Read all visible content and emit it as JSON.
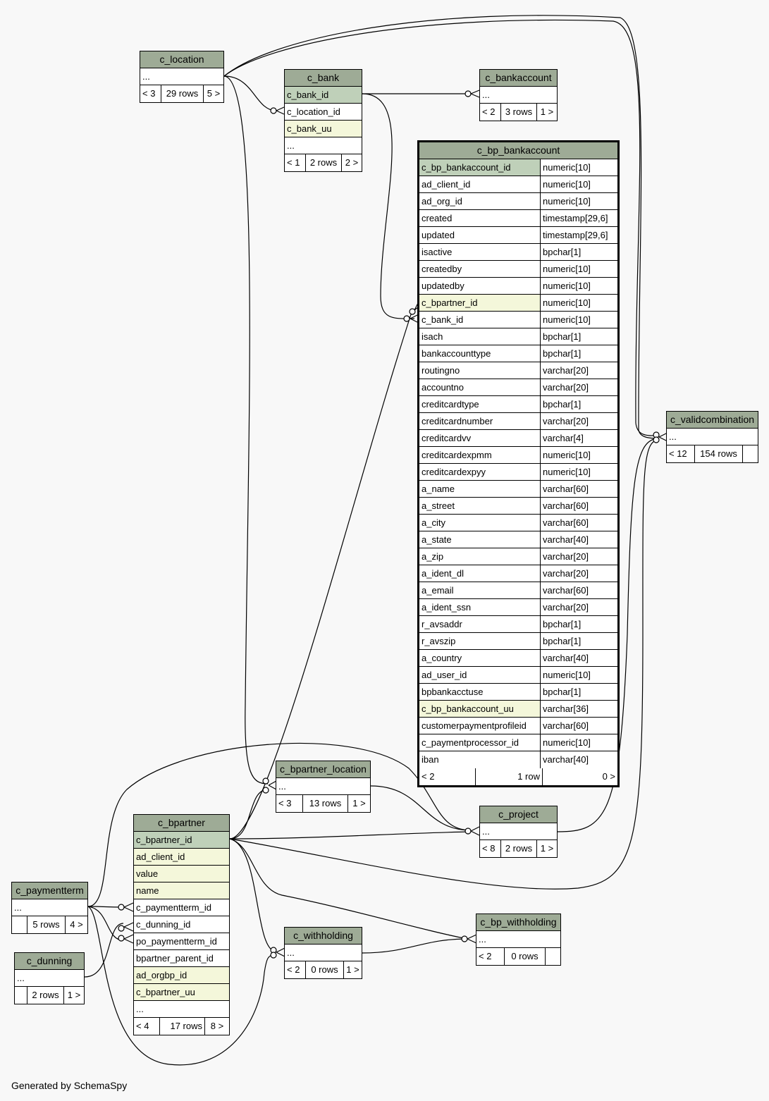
{
  "footer": "Generated by SchemaSpy",
  "tables": {
    "c_location": {
      "name": "c_location",
      "columns": [
        "..."
      ],
      "footer": [
        "< 3",
        "29 rows",
        "5 >"
      ]
    },
    "c_bank": {
      "name": "c_bank",
      "columns": [
        "c_bank_id",
        "c_location_id",
        "c_bank_uu",
        "..."
      ],
      "footer": [
        "< 1",
        "2 rows",
        "2 >"
      ]
    },
    "c_bankaccount": {
      "name": "c_bankaccount",
      "columns": [
        "..."
      ],
      "footer": [
        "< 2",
        "3 rows",
        "1 >"
      ]
    },
    "c_validcombination": {
      "name": "c_validcombination",
      "columns": [
        "..."
      ],
      "footer": [
        "< 12",
        "154 rows",
        ""
      ]
    },
    "c_bpartner_location": {
      "name": "c_bpartner_location",
      "columns": [
        "..."
      ],
      "footer": [
        "< 3",
        "13 rows",
        "1 >"
      ]
    },
    "c_project": {
      "name": "c_project",
      "columns": [
        "..."
      ],
      "footer": [
        "< 8",
        "2 rows",
        "1 >"
      ]
    },
    "c_bpartner": {
      "name": "c_bpartner",
      "columns": [
        "c_bpartner_id",
        "ad_client_id",
        "value",
        "name",
        "c_paymentterm_id",
        "c_dunning_id",
        "po_paymentterm_id",
        "bpartner_parent_id",
        "ad_orgbp_id",
        "c_bpartner_uu",
        "..."
      ],
      "footer": [
        "< 4",
        "17 rows",
        "8 >"
      ]
    },
    "c_paymentterm": {
      "name": "c_paymentterm",
      "columns": [
        "..."
      ],
      "footer": [
        "",
        "5 rows",
        "4 >"
      ]
    },
    "c_dunning": {
      "name": "c_dunning",
      "columns": [
        "..."
      ],
      "footer": [
        "",
        "2 rows",
        "1 >"
      ]
    },
    "c_withholding": {
      "name": "c_withholding",
      "columns": [
        "..."
      ],
      "footer": [
        "< 2",
        "0 rows",
        "1 >"
      ]
    },
    "c_bp_withholding": {
      "name": "c_bp_withholding",
      "columns": [
        "..."
      ],
      "footer": [
        "< 2",
        "0 rows",
        ""
      ]
    },
    "c_bp_bankaccount": {
      "name": "c_bp_bankaccount",
      "columns": [
        {
          "name": "c_bp_bankaccount_id",
          "type": "numeric[10]"
        },
        {
          "name": "ad_client_id",
          "type": "numeric[10]"
        },
        {
          "name": "ad_org_id",
          "type": "numeric[10]"
        },
        {
          "name": "created",
          "type": "timestamp[29,6]"
        },
        {
          "name": "updated",
          "type": "timestamp[29,6]"
        },
        {
          "name": "isactive",
          "type": "bpchar[1]"
        },
        {
          "name": "createdby",
          "type": "numeric[10]"
        },
        {
          "name": "updatedby",
          "type": "numeric[10]"
        },
        {
          "name": "c_bpartner_id",
          "type": "numeric[10]"
        },
        {
          "name": "c_bank_id",
          "type": "numeric[10]"
        },
        {
          "name": "isach",
          "type": "bpchar[1]"
        },
        {
          "name": "bankaccounttype",
          "type": "bpchar[1]"
        },
        {
          "name": "routingno",
          "type": "varchar[20]"
        },
        {
          "name": "accountno",
          "type": "varchar[20]"
        },
        {
          "name": "creditcardtype",
          "type": "bpchar[1]"
        },
        {
          "name": "creditcardnumber",
          "type": "varchar[20]"
        },
        {
          "name": "creditcardvv",
          "type": "varchar[4]"
        },
        {
          "name": "creditcardexpmm",
          "type": "numeric[10]"
        },
        {
          "name": "creditcardexpyy",
          "type": "numeric[10]"
        },
        {
          "name": "a_name",
          "type": "varchar[60]"
        },
        {
          "name": "a_street",
          "type": "varchar[60]"
        },
        {
          "name": "a_city",
          "type": "varchar[60]"
        },
        {
          "name": "a_state",
          "type": "varchar[40]"
        },
        {
          "name": "a_zip",
          "type": "varchar[20]"
        },
        {
          "name": "a_ident_dl",
          "type": "varchar[20]"
        },
        {
          "name": "a_email",
          "type": "varchar[60]"
        },
        {
          "name": "a_ident_ssn",
          "type": "varchar[20]"
        },
        {
          "name": "r_avsaddr",
          "type": "bpchar[1]"
        },
        {
          "name": "r_avszip",
          "type": "bpchar[1]"
        },
        {
          "name": "a_country",
          "type": "varchar[40]"
        },
        {
          "name": "ad_user_id",
          "type": "numeric[10]"
        },
        {
          "name": "bpbankacctuse",
          "type": "bpchar[1]"
        },
        {
          "name": "c_bp_bankaccount_uu",
          "type": "varchar[36]"
        },
        {
          "name": "customerpaymentprofileid",
          "type": "varchar[60]"
        },
        {
          "name": "c_paymentprocessor_id",
          "type": "numeric[10]"
        },
        {
          "name": "iban",
          "type": "varchar[40]"
        }
      ],
      "footer": [
        "< 2",
        "1 row",
        "0 >"
      ]
    }
  }
}
